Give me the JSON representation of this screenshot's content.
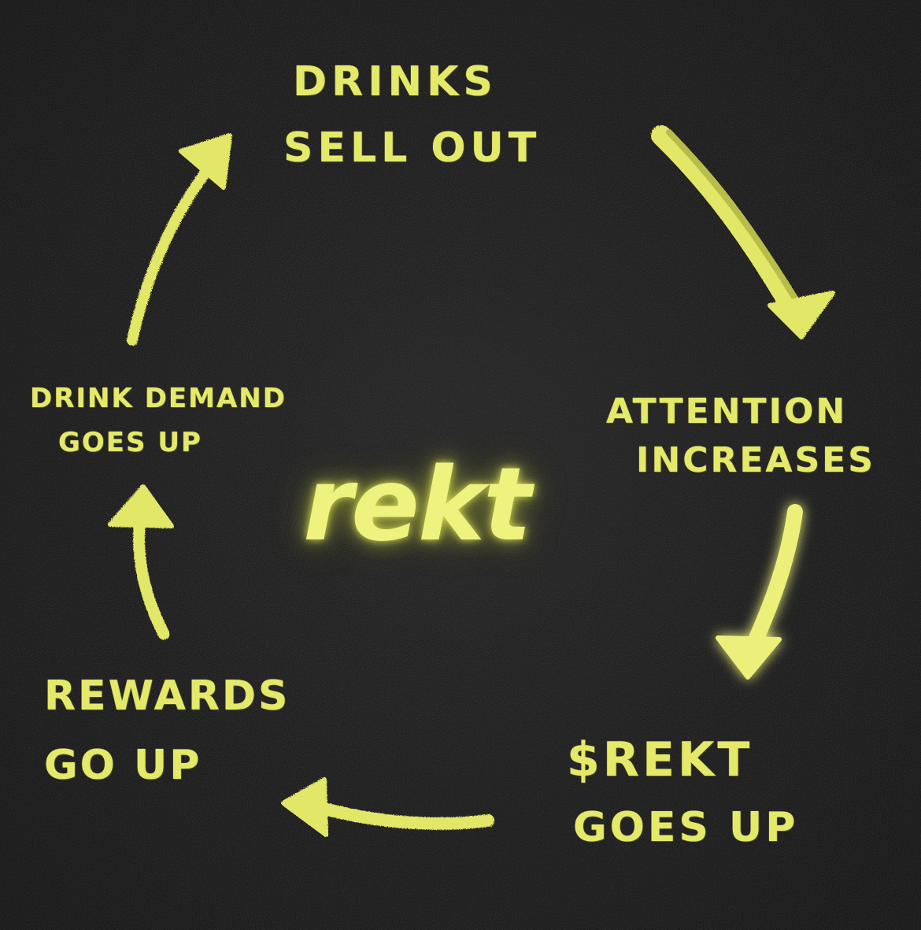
{
  "diagram": {
    "brand": "rekt",
    "nodes": {
      "top": [
        "DRINKS",
        "SELL OUT"
      ],
      "right": [
        "ATTENTION",
        "INCREASES"
      ],
      "bottom_right": [
        "$REKT",
        "GOES UP"
      ],
      "bottom_left": [
        "REWARDS",
        "GO UP"
      ],
      "left": [
        "DRINK DEMAND",
        "GOES UP"
      ]
    },
    "colors": {
      "background": "#121212",
      "chalk": "#e4e96a",
      "glow": "#eef27e"
    },
    "edges": [
      {
        "from": "top",
        "to": "right"
      },
      {
        "from": "right",
        "to": "bottom_right"
      },
      {
        "from": "bottom_right",
        "to": "bottom_left"
      },
      {
        "from": "bottom_left",
        "to": "left"
      },
      {
        "from": "left",
        "to": "top"
      }
    ]
  }
}
